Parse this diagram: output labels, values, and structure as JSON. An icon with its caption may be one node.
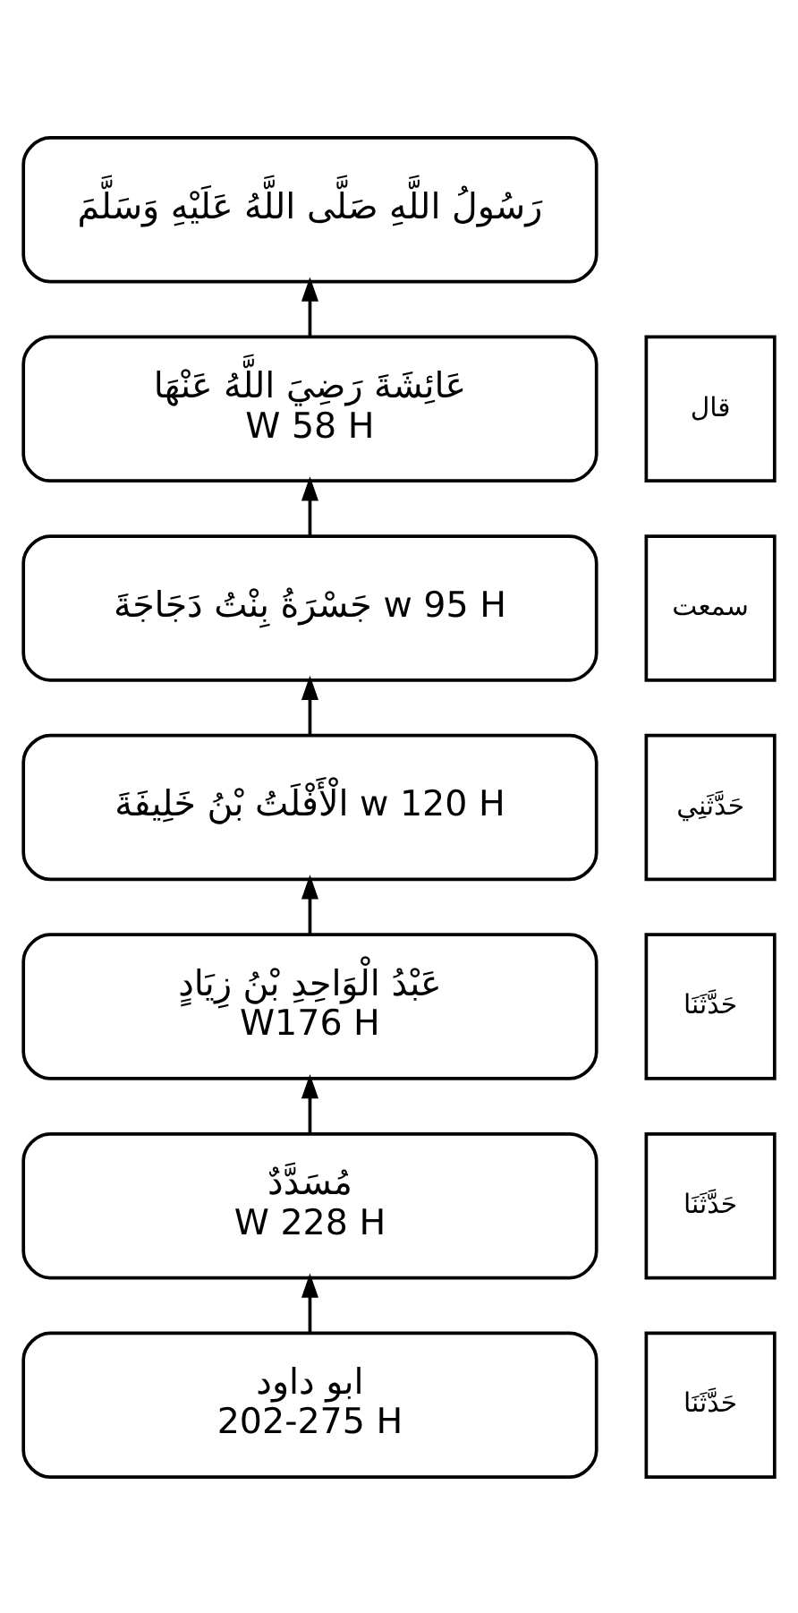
{
  "diagram": {
    "nodes": [
      {
        "text": [
          "رَسُولُ اللَّهِ صَلَّى اللَّهُ عَلَيْهِ وَسَلَّمَ"
        ]
      },
      {
        "text": [
          "قال"
        ]
      },
      {
        "text": [
          "عَائِشَةَ رَضِيَ اللَّهُ عَنْهَا",
          "W 58 H"
        ]
      },
      {
        "text": [
          "سمعت"
        ]
      },
      {
        "text": [
          "جَسْرَةُ بِنْتُ دَجَاجَةَ w 95 H"
        ]
      },
      {
        "text": [
          "حَدَّثَنِي"
        ]
      },
      {
        "text": [
          "الْأَفْلَتُ بْنُ خَلِيفَةَ w 120 H"
        ]
      },
      {
        "text": [
          "حَدَّثَنَا"
        ]
      },
      {
        "text": [
          "عَبْدُ الْوَاحِدِ بْنُ زِيَادٍ",
          "W176 H"
        ]
      },
      {
        "text": [
          "حَدَّثَنَا"
        ]
      },
      {
        "text": [
          "مُسَدَّدٌ",
          "W 228 H"
        ]
      },
      {
        "text": [
          "حَدَّثَنَا"
        ]
      },
      {
        "text": [
          "ابو داود",
          "202-275 H"
        ]
      }
    ],
    "edges": [
      {
        "from": 12,
        "to": 10,
        "arrow": "to"
      },
      {
        "from": 10,
        "to": 8,
        "arrow": "to"
      },
      {
        "from": 8,
        "to": 6,
        "arrow": "to"
      },
      {
        "from": 6,
        "to": 4,
        "arrow": "to"
      },
      {
        "from": 4,
        "to": 2,
        "arrow": "to"
      },
      {
        "from": 2,
        "to": 0,
        "arrow": "to"
      }
    ]
  }
}
